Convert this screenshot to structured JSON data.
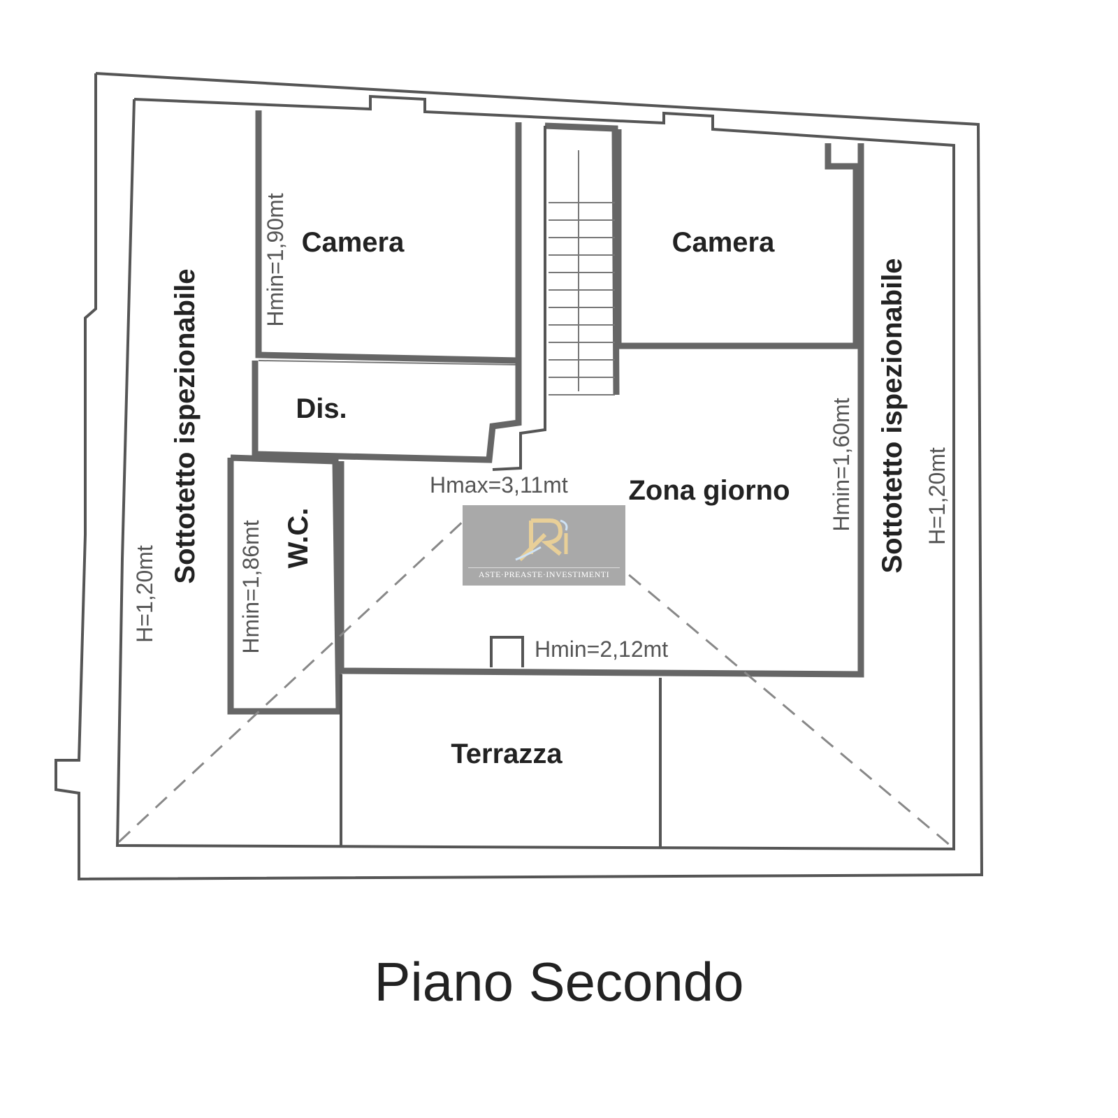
{
  "plan": {
    "title": "Piano Secondo",
    "rooms": {
      "camera_left": "Camera",
      "camera_right": "Camera",
      "dis": "Dis.",
      "wc": "W.C.",
      "zona_giorno": "Zona giorno",
      "terrazza": "Terrazza",
      "sottotetto_left": "Sottotetto ispezionabile",
      "sottotetto_right": "Sottotetto ispezionabile"
    },
    "heights": {
      "camera_left": "Hmin=1,90mt",
      "wc": "Hmin=1,86mt",
      "zona_right": "Hmin=1,60mt",
      "zona_bottom": "Hmin=2,12mt",
      "zona_max": "Hmax=3,11mt",
      "sottotetto_left": "H=1,20mt",
      "sottotetto_right": "H=1,20mt"
    }
  },
  "watermark": {
    "logo_letters": "RI",
    "tagline": "ASTE·PREASTE·INVESTIMENTI",
    "gold": "#e8cf98",
    "bg": "#a9a9a9"
  }
}
